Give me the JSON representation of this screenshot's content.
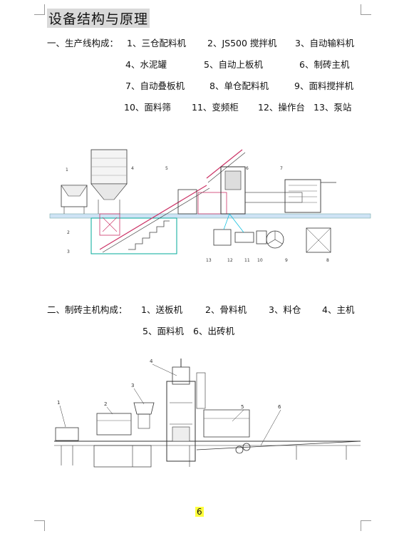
{
  "title": "设备结构与原理",
  "section1": {
    "heading": "一、生产线构成：",
    "items": [
      "1、三仓配料机",
      "2、JS500 搅拌机",
      "3、自动输料机",
      "4、水泥罐",
      "5、自动上板机",
      "6、制砖主机",
      "7、自动叠板机",
      "8、单仓配料机",
      "9、面料搅拌机",
      "10、面料筛",
      "11、变频柜",
      "12、操作台",
      "13、泵站"
    ],
    "figure_labels": [
      "1",
      "2",
      "3",
      "4",
      "5",
      "6",
      "7",
      "13",
      "12",
      "11",
      "10",
      "9",
      "8"
    ]
  },
  "section2": {
    "heading": "二、制砖主机构成：",
    "items": [
      "1、送板机",
      "2、骨料机",
      "3、料仓",
      "4、主机",
      "5、面料机",
      "6、出砖机"
    ],
    "figure_labels": [
      "1",
      "2",
      "3",
      "4",
      "5",
      "6"
    ]
  },
  "page_number": "6"
}
